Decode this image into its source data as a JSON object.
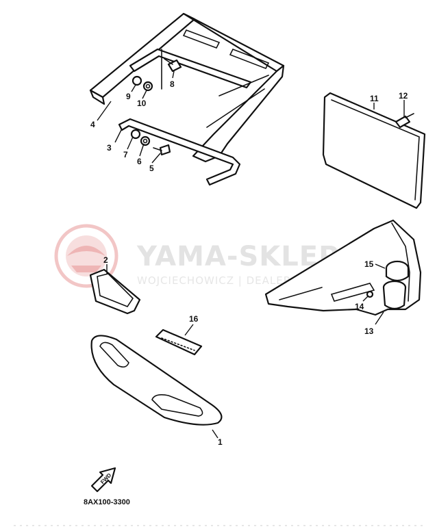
{
  "watermark": {
    "title": "YAMA-SKLEP.PL",
    "subtitle": "WOJCIECHOWICZ | DEALER YAMAHA"
  },
  "callouts": [
    "1",
    "2",
    "3",
    "4",
    "5",
    "6",
    "7",
    "8",
    "9",
    "10",
    "11",
    "12",
    "13",
    "14",
    "15",
    "16"
  ],
  "fwd_label": "FWD",
  "diagram_code": "8AX100-3300"
}
